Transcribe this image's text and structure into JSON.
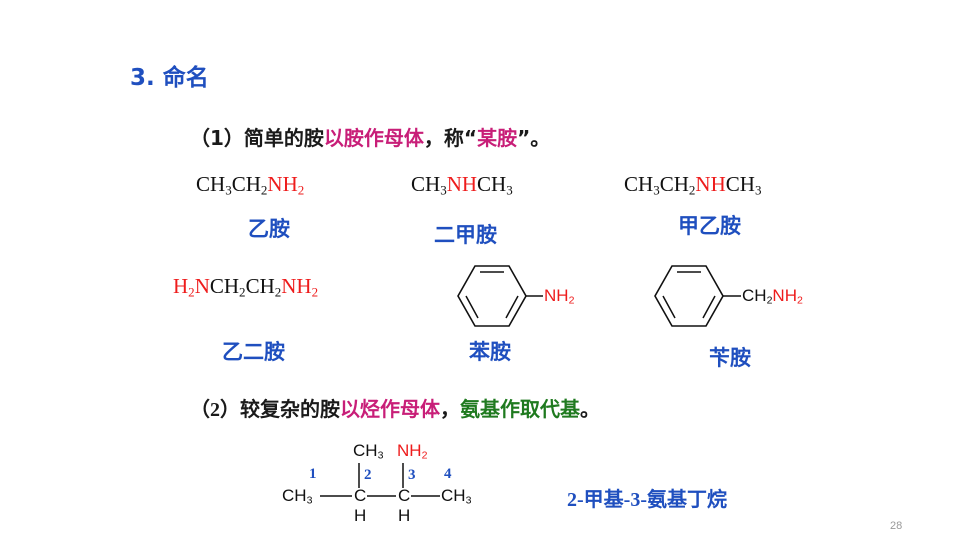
{
  "heading": "3. 命名",
  "line1": {
    "a": "（1）简单的胺",
    "b": "以胺作母体",
    "c": "，称“",
    "d": "某胺",
    "e": "”。"
  },
  "row1": [
    {
      "formula_a": "CH",
      "s1": "3",
      "formula_b": "CH",
      "s2": "2",
      "hl": "NH",
      "s3": "2",
      "name": "乙胺"
    },
    {
      "formula_a": "CH",
      "s1": "3",
      "hl": "NH",
      "formula_b": "CH",
      "s2": "3",
      "name": "二甲胺"
    },
    {
      "formula_a": "CH",
      "s1": "3",
      "formula_b": "CH",
      "s2": "2",
      "hl": "NH",
      "formula_c": "CH",
      "s3": "3",
      "name": "甲乙胺"
    }
  ],
  "row2": {
    "ethylenediamine": {
      "h": "H",
      "hs": "2",
      "n": "N",
      "c1": "CH",
      "c1s": "2",
      "c2": "CH",
      "c2s": "2",
      "nh": "NH",
      "nhs": "2",
      "name": "乙二胺"
    },
    "aniline": {
      "sub": "NH",
      "sub_s": "2",
      "name": "苯胺"
    },
    "benzylamine": {
      "ch": "CH",
      "ch_s": "2",
      "nh": "NH",
      "nh_s": "2",
      "name": "苄胺"
    }
  },
  "line2": {
    "a": "（",
    "num": "2",
    "b": "）较复杂的胺",
    "c": "以烃作母体",
    "d": "，",
    "e": "氨基作取代基",
    "f": "。"
  },
  "structure": {
    "top_ch": "CH",
    "top_ch_s": "3",
    "top_nh": "NH",
    "top_nh_s": "2",
    "left": "CH",
    "left_s": "3",
    "c2": "C",
    "c3": "C",
    "right": "CH",
    "right_s": "3",
    "h2": "H",
    "h3": "H",
    "n1": "1",
    "n2": "2",
    "n3": "3",
    "n4": "4"
  },
  "structure_name": {
    "p1": "2-",
    "p2": "甲基",
    "p3": "-3-",
    "p4": "氨基丁烷"
  },
  "page_number": "28",
  "colors": {
    "blue": "#1f4fbf",
    "red": "#ee1c1c",
    "magenta": "#c81e78",
    "green": "#1f7a1f"
  }
}
